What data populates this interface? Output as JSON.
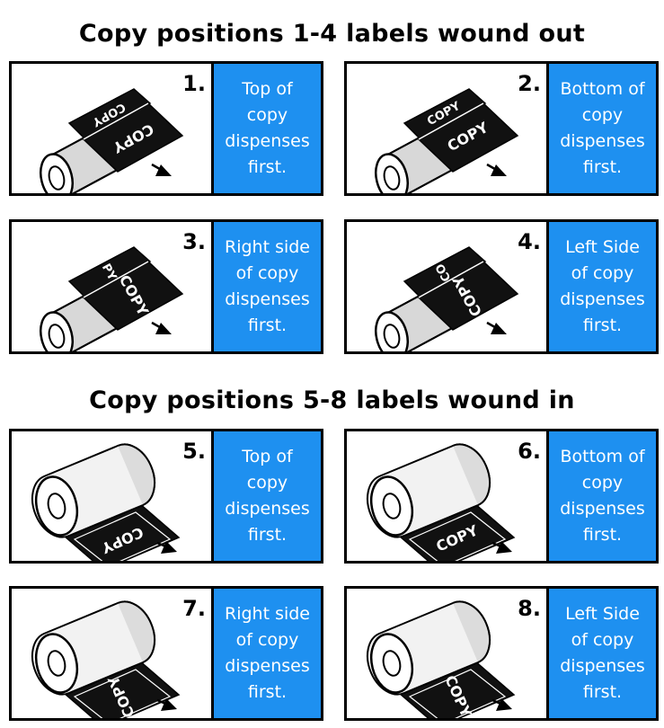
{
  "headings": {
    "wound_out": "Copy positions 1-4 labels wound out",
    "wound_in": "Copy positions 5-8 labels wound in"
  },
  "accent_color": "#1e90f0",
  "label_text": "COPY",
  "panels": [
    {
      "number": "1.",
      "description": "Top of\ncopy\ndispenses\nfirst.",
      "winding": "out",
      "label_fragment": "COPY"
    },
    {
      "number": "2.",
      "description": "Bottom of\ncopy\ndispenses\nfirst.",
      "winding": "out",
      "label_fragment": "COPY"
    },
    {
      "number": "3.",
      "description": "Right side\nof copy\ndispenses\nfirst.",
      "winding": "out",
      "label_fragment": "PY"
    },
    {
      "number": "4.",
      "description": "Left Side\nof copy\ndispenses\nfirst.",
      "winding": "out",
      "label_fragment": "CO"
    },
    {
      "number": "5.",
      "description": "Top of\ncopy\ndispenses\nfirst.",
      "winding": "in"
    },
    {
      "number": "6.",
      "description": "Bottom of\ncopy\ndispenses\nfirst.",
      "winding": "in"
    },
    {
      "number": "7.",
      "description": "Right side\nof copy\ndispenses\nfirst.",
      "winding": "in"
    },
    {
      "number": "8.",
      "description": "Left Side\nof copy\ndispenses\nfirst.",
      "winding": "in"
    }
  ]
}
